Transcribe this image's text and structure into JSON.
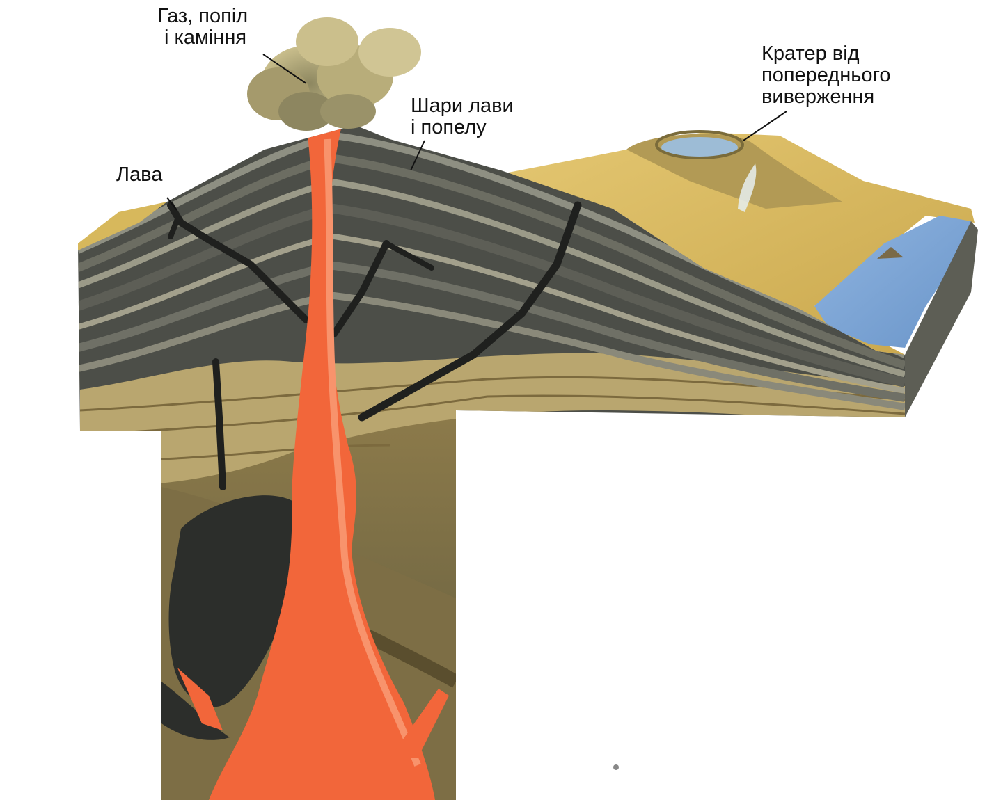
{
  "colors": {
    "magma": "#f2663a",
    "magma_light": "#f7805a",
    "rock_dark": "#2f3030",
    "rock_gray": "#6b6f66",
    "sand": "#d8b95a",
    "water": "#7fa8d8",
    "brick": "#b8a46c",
    "smoke": "#b5aa7a"
  },
  "labels": {
    "gas": {
      "line1": "Газ, попіл",
      "line2": "і каміння"
    },
    "lava": {
      "line1": "Лава"
    },
    "layers": {
      "line1": "Шари лави",
      "line2": "і попелу"
    },
    "crater": {
      "line1": "Кратер від",
      "line2": "попереднього",
      "line3": "виверження"
    }
  }
}
